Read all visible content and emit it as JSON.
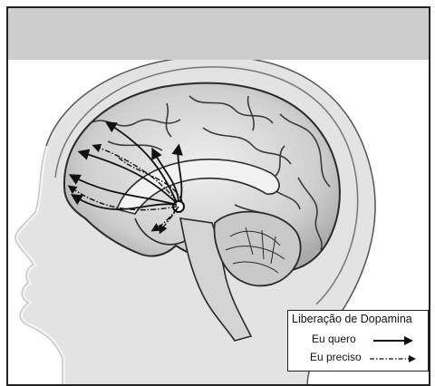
{
  "legend": {
    "title": "Liberação de Dopamina",
    "items": [
      {
        "label": "Eu quero",
        "line_style": "solid"
      },
      {
        "label": "Eu preciso",
        "line_style": "dash-dot"
      }
    ]
  },
  "colors": {
    "header_band": "#cdcdcd",
    "border": "#222222",
    "brain_fill": "#d9d9d9",
    "head_fill": "#e6e6e6",
    "outline": "#2a2a2a"
  }
}
